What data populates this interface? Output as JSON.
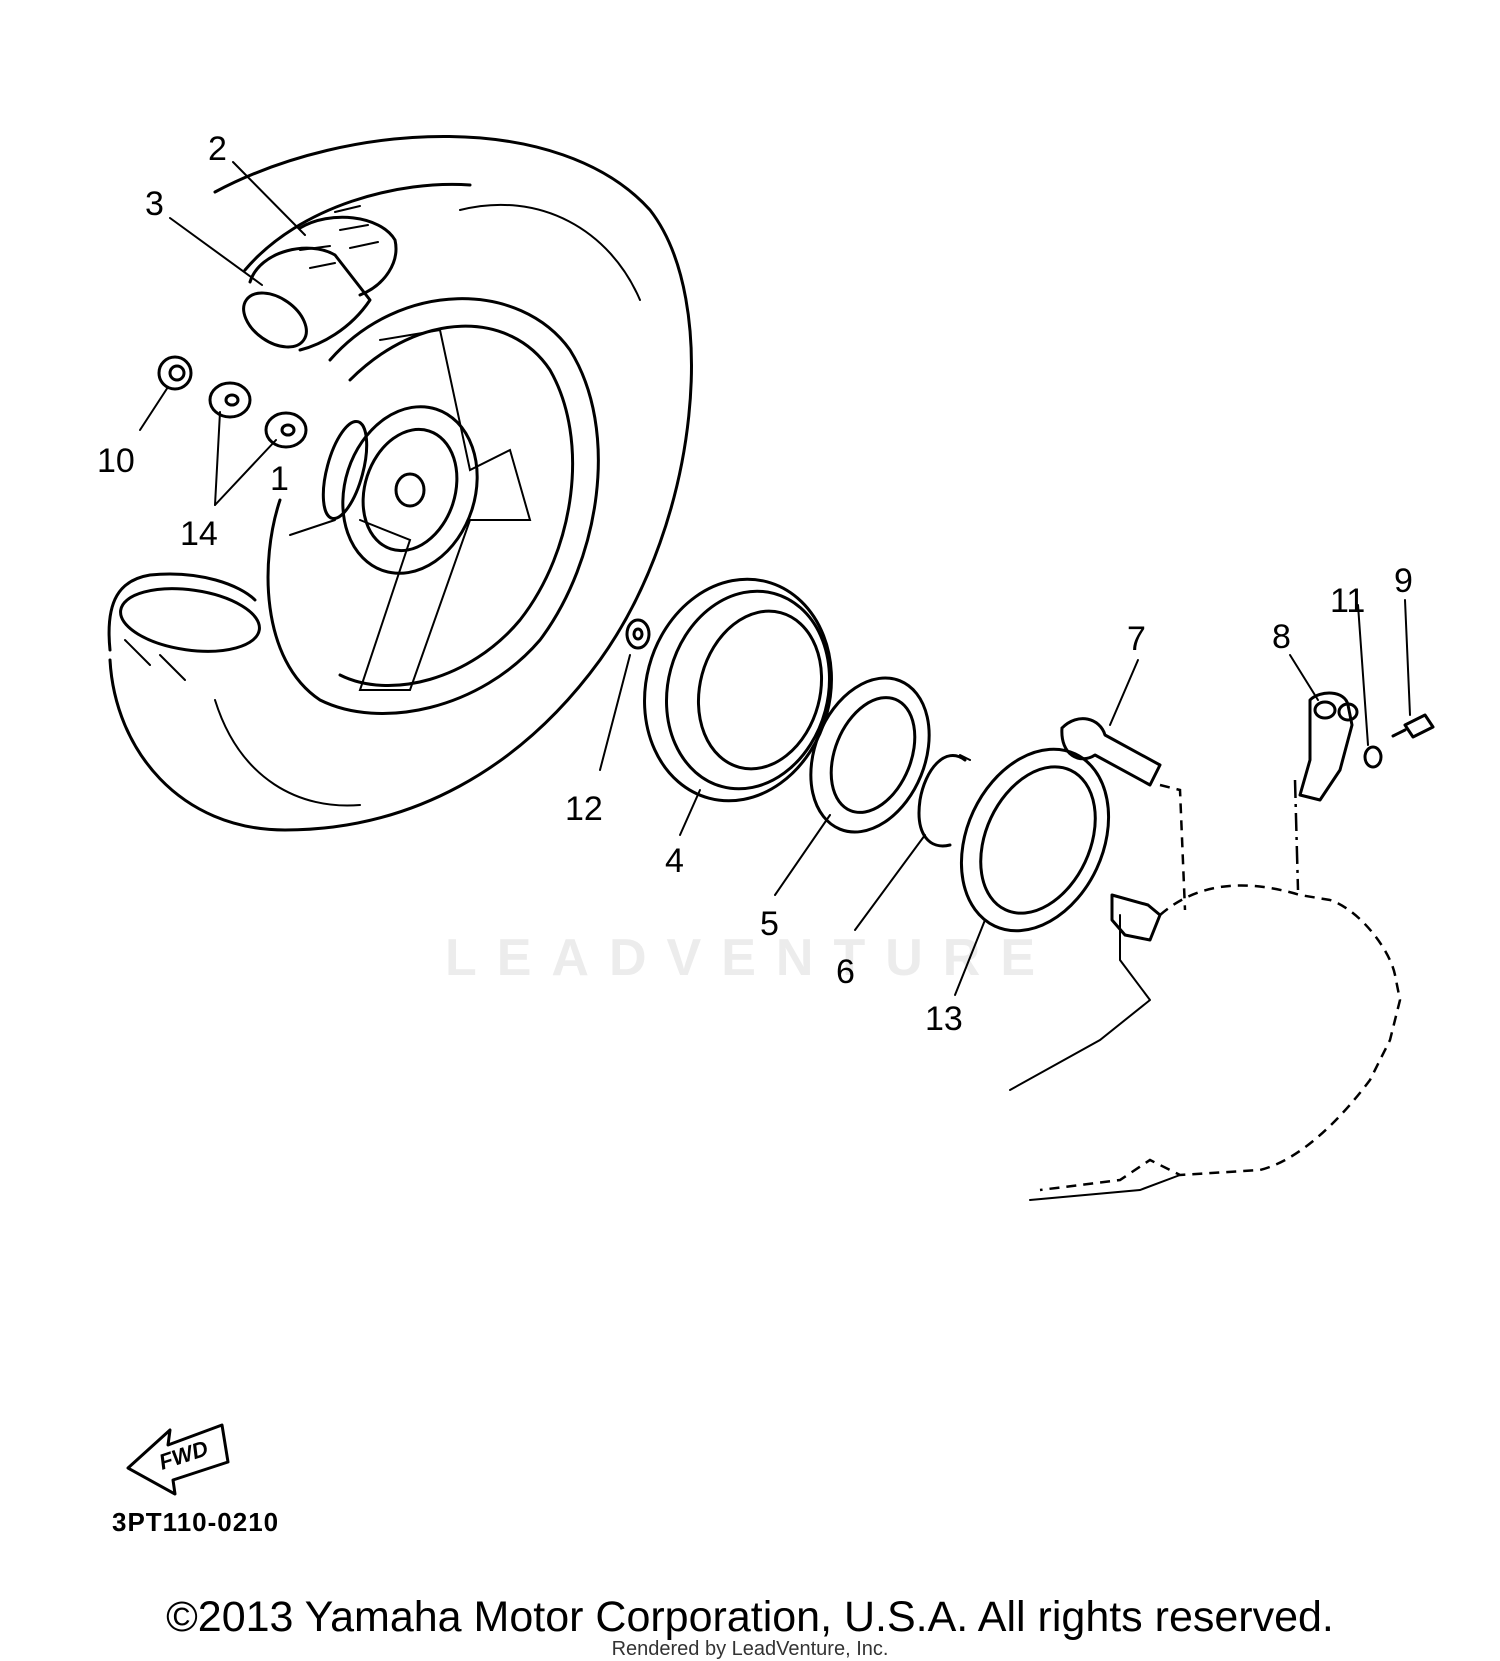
{
  "callouts": [
    {
      "id": "1",
      "label": "1"
    },
    {
      "id": "2",
      "label": "2"
    },
    {
      "id": "3",
      "label": "3"
    },
    {
      "id": "4",
      "label": "4"
    },
    {
      "id": "5",
      "label": "5"
    },
    {
      "id": "6",
      "label": "6"
    },
    {
      "id": "7",
      "label": "7"
    },
    {
      "id": "8",
      "label": "8"
    },
    {
      "id": "9",
      "label": "9"
    },
    {
      "id": "10",
      "label": "10"
    },
    {
      "id": "11",
      "label": "11"
    },
    {
      "id": "12",
      "label": "12"
    },
    {
      "id": "13",
      "label": "13"
    },
    {
      "id": "14",
      "label": "14"
    }
  ],
  "direction_marker": "FWD",
  "figure_code": "3PT110-0210",
  "watermark": "LEADVENTURE",
  "copyright": "©2013 Yamaha Motor Corporation, U.S.A. All rights reserved.",
  "rendered_by": "Rendered by LeadVenture, Inc."
}
